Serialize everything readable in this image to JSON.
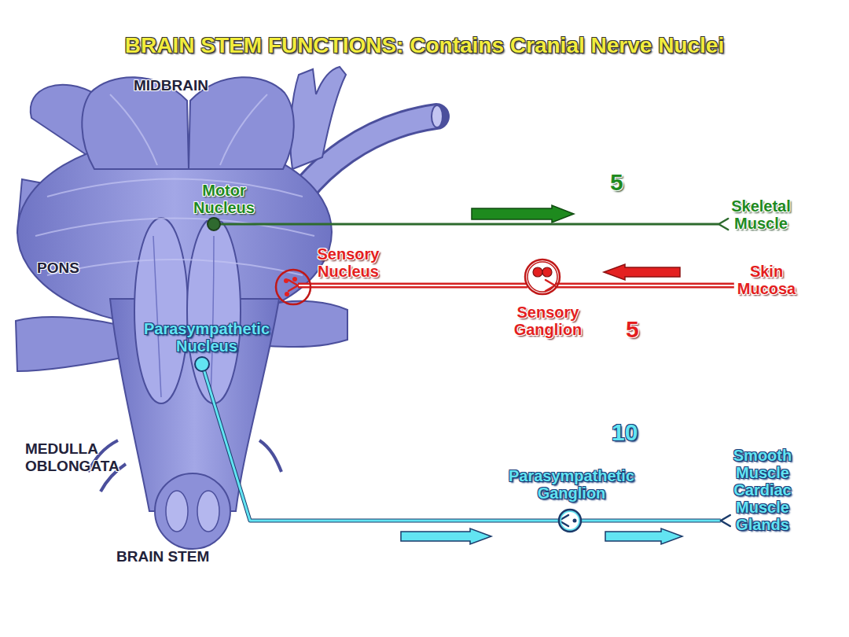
{
  "diagram": {
    "title": "BRAIN STEM FUNCTIONS: Contains Cranial Nerve Nuclei",
    "nodes": [
      {
        "text": [
          "Motor Nucleus"
        ]
      },
      {
        "text": [
          "Skeletal Muscle"
        ]
      },
      {
        "text": [
          "Sensory Nucleus"
        ]
      },
      {
        "text": [
          "Sensory Ganglion"
        ]
      },
      {
        "text": [
          "Skin Mucosa"
        ]
      },
      {
        "text": [
          "Parasympathetic Nucleus"
        ]
      },
      {
        "text": [
          "Parasympathetic Ganglion"
        ]
      },
      {
        "text": [
          "Smooth Muscle Cardiac Muscle Glands"
        ]
      }
    ],
    "edges": [
      {
        "from": 0,
        "to": 1,
        "arrow": "to"
      },
      {
        "from": 4,
        "to": 3,
        "arrow": "to"
      },
      {
        "from": 3,
        "to": 2,
        "arrow": "to"
      },
      {
        "from": 5,
        "to": 6,
        "arrow": "to"
      },
      {
        "from": 6,
        "to": 7,
        "arrow": "to"
      }
    ],
    "labels": [
      "MIDBRAIN",
      "PONS",
      "MEDULLA OBLONGATA",
      "BRAIN STEM",
      "5",
      "5",
      "10"
    ]
  }
}
